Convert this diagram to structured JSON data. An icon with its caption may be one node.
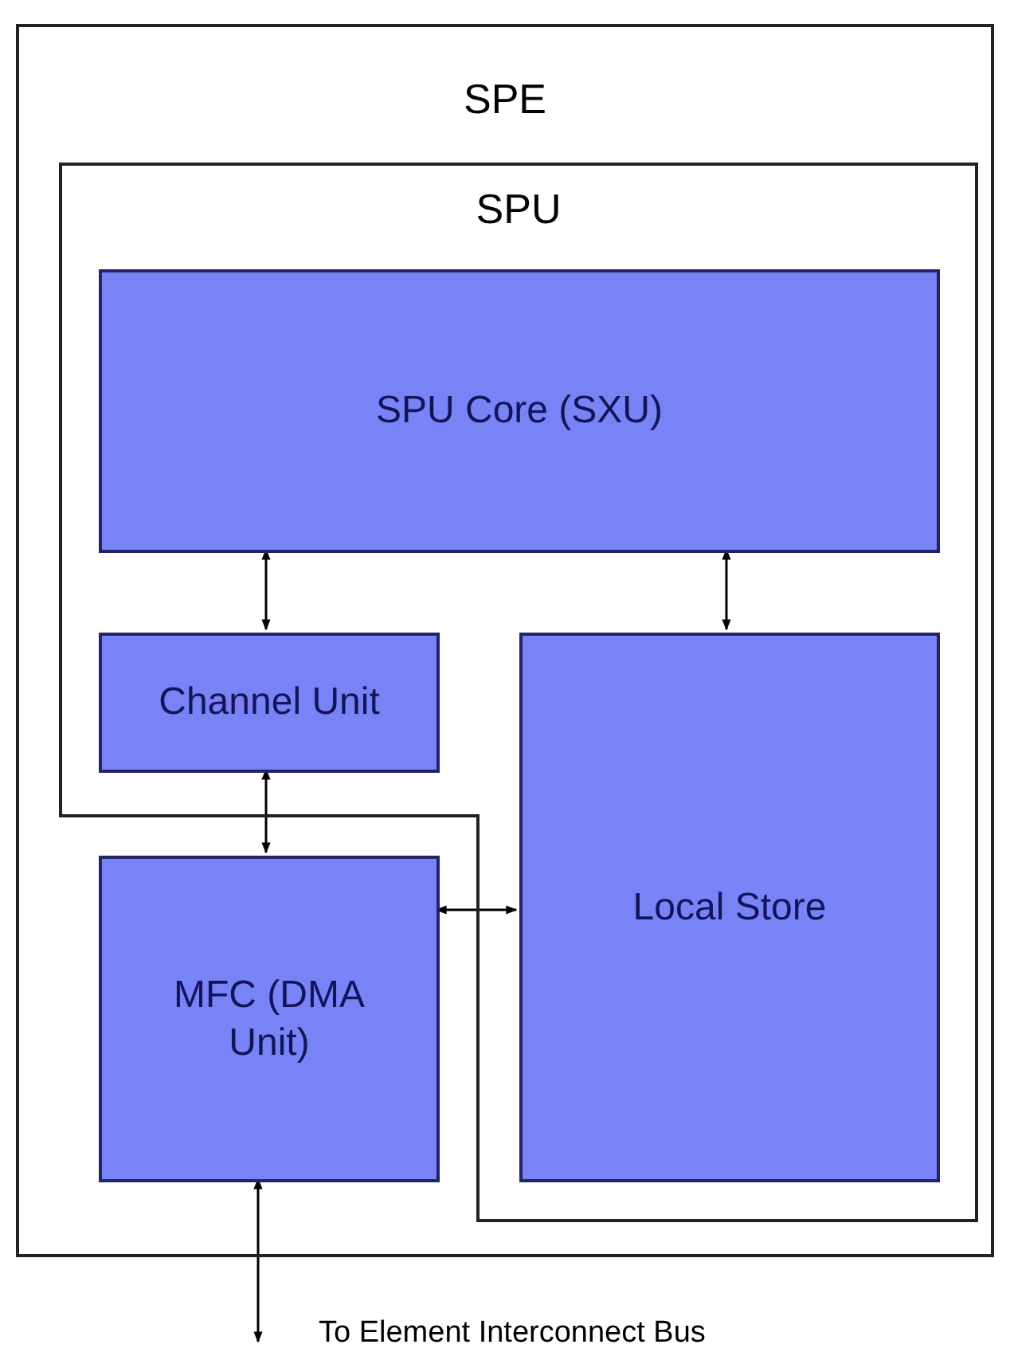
{
  "diagram": {
    "nodes": [
      {
        "text": [
          "SPE"
        ]
      },
      {
        "text": [
          "SPU"
        ],
        "in": 0
      },
      {
        "text": [
          "SPU Core (SXU)"
        ],
        "in": 1
      },
      {
        "text": [
          "Channel Unit"
        ],
        "in": 1
      },
      {
        "text": [
          "Local Store"
        ],
        "in": 1
      },
      {
        "text": [
          "MFC (DMA Unit)"
        ],
        "in": 0
      },
      {
        "text": [
          "To Element Interconnect Bus"
        ]
      }
    ],
    "edges": [
      {
        "from": 2,
        "to": 3,
        "arrow": "both"
      },
      {
        "from": 2,
        "to": 4,
        "arrow": "both"
      },
      {
        "from": 3,
        "to": 5,
        "arrow": "both"
      },
      {
        "from": 5,
        "to": 4,
        "arrow": "both"
      },
      {
        "from": 5,
        "to": 6,
        "arrow": "both"
      }
    ]
  }
}
